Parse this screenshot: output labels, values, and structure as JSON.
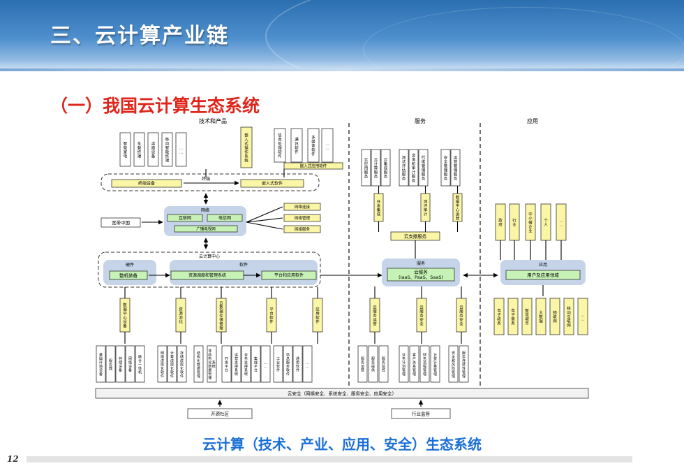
{
  "slide": {
    "title": "三、云计算产业链",
    "subtitle": "（一）我国云计算生态系统",
    "caption": "云计算（技术、产业、应用、安全）生态系统",
    "page_number": "12"
  },
  "diagram": {
    "column_headers": [
      "技术和产品",
      "服务",
      "应用"
    ],
    "terminal": {
      "group_label": "终端",
      "devices": [
        "智能家电",
        "车载终端",
        "桌面设备",
        "移动智能终端",
        "……"
      ],
      "device_box": "终端设备",
      "embedded_os": "嵌入式操作系统",
      "embedded_software": [
        "信息处理软件",
        "通讯软件",
        "多媒体软件",
        "……"
      ],
      "embedded_app_box": "嵌入式应用软件",
      "embedded_box": "嵌入式软件"
    },
    "network": {
      "group_label": "网络",
      "broadband": "宽带中国",
      "internet": "互联网",
      "telecom": "电信网",
      "broadcast": "广播电视网",
      "items": [
        "网络连接",
        "网络管理",
        "网络服务"
      ]
    },
    "datacenter": {
      "group_label": "云计算中心",
      "hardware_label": "硬件",
      "hardware_box": "整机装备",
      "software_label": "软件",
      "resource_box": "资源调度和管理系统",
      "platform_box": "平台和应用软件"
    },
    "middle_nodes": [
      "数据中心设备",
      "资源池化",
      "云数据存储管理",
      "平台软件",
      "应用软件"
    ],
    "bottom_items": [
      "基础环境设备",
      "服务器",
      "存储设备",
      "网络设备",
      "融合一体机",
      "网络虚拟化软件",
      "计算虚拟化软件",
      "存储虚拟化软件",
      "结构化数据管理",
      "非结构化数据管理系统",
      "开发平台",
      "运营支撑系统",
      "业务支撑系统",
      "集成平台",
      "……",
      "工业软件",
      "信息服务软件",
      "通用软件",
      "……"
    ],
    "service": {
      "top_items": [
        "云应用服务",
        "云计算服务",
        "云集成服务",
        "测试评估服务",
        "咨询和审计服务",
        "代维管理服务",
        "安全管理服务",
        "运营管理服务"
      ],
      "mid_items": [
        "开发集成",
        "测评审计",
        "数据中心运营"
      ],
      "support_box": "云支撑服务",
      "service_label": "服务",
      "cloud_service_box": "云服务\n(IaaS、PaaS、SaaS)",
      "lower_items": [
        "云服务运营",
        "云服务安全",
        "云服务安全"
      ],
      "bottom_items": [
        "服务运营",
        "服务提供",
        "服务监控",
        "业务计划管理",
        "客户关系管理",
        "财务流程管理",
        "计费计量管理",
        "安全和风险管理",
        "服务连续性管理"
      ]
    },
    "application": {
      "top_items": [
        "政府",
        "行业",
        "中小微企业",
        "个人",
        "……"
      ],
      "label": "应用",
      "box": "用户及应用领域",
      "fields": [
        "电子政务",
        "电子商务",
        "智慧城市",
        "大数据",
        "物联网",
        "移动互联网",
        "……"
      ]
    },
    "security_bar": "云安全（网络安全、系统安全、服务安全、应用安全）",
    "open_source": "开源社区",
    "regulation": "行业监管"
  },
  "colors": {
    "title_red": "#e0251b",
    "caption_blue": "#1a6fd6",
    "box_green": "#c6f2b5",
    "box_yellow": "#fbf6a6",
    "panel_blue": "#c5d4e8"
  }
}
